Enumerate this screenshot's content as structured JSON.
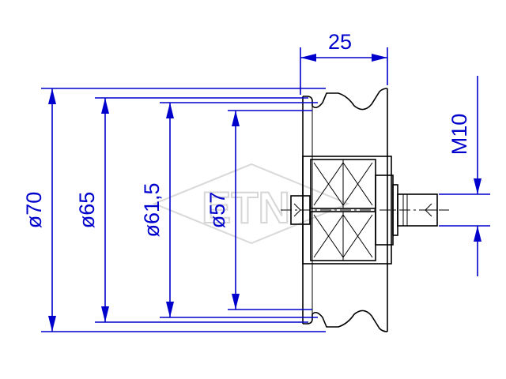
{
  "watermark": {
    "text": "ETN",
    "icon": "etn-diamond-logo-icon"
  },
  "dimensions": {
    "width": "25",
    "thread": "M10",
    "d70": "ø70",
    "d65": "ø65",
    "d615": "ø61,5",
    "d57": "ø57"
  },
  "colors": {
    "dimension": "#0000cc",
    "part": "#000000",
    "watermark": "#d6d6d6"
  }
}
